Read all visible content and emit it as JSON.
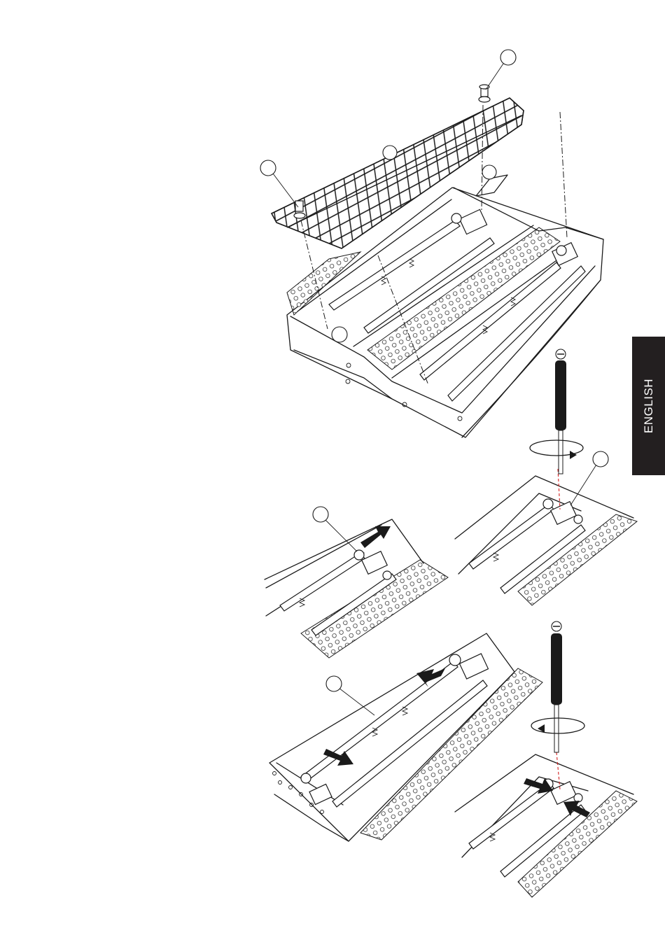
{
  "page": {
    "language_tab": "ENGLISH"
  },
  "colors": {
    "tab_background": "#231f20",
    "tab_text": "#ffffff",
    "line_art": "#1a1a1a",
    "laser_guide": "#d42020"
  },
  "figures": [
    {
      "id": "exploded-view",
      "content": "guard-grille-removal"
    },
    {
      "id": "step-a",
      "content": "push-rod-toward-terminal"
    },
    {
      "id": "step-b",
      "content": "loosen-terminal-screw"
    },
    {
      "id": "step-c",
      "content": "remove-heating-element"
    },
    {
      "id": "step-d",
      "content": "tighten-terminal-screw"
    }
  ],
  "icons": [
    "screwdriver-icon",
    "rotation-arrow-icon",
    "push-arrow-icon",
    "callout-circle-icon"
  ]
}
